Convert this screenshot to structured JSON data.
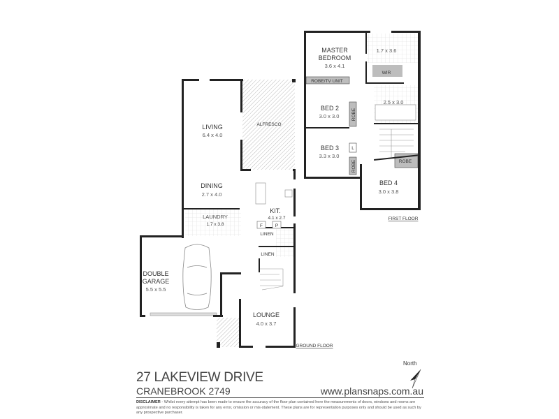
{
  "property": {
    "address": "27 LAKEVIEW DRIVE",
    "suburb": "CRANEBROOK 2749",
    "website": "www.plansnaps.com.au",
    "north_label": "North"
  },
  "disclaimer": {
    "heading": "DISCLAIMER",
    "text": " - Whilst every attempt has been made to ensure the accuracy of the floor plan contained here the measurements of doors, windows and rooms are approximate and no responsibility is taken for any error, omission or mis-statement. These plans are for representation purposes only and should be used as such by any prospective purchaser."
  },
  "ground_floor": {
    "label": "GROUND FLOOR",
    "living": {
      "name": "LIVING",
      "size": "6.4 x 4.0"
    },
    "alfresco": {
      "name": "ALFRESCO"
    },
    "dining": {
      "name": "DINING",
      "size": "2.7 x 4.0"
    },
    "kitchen": {
      "name": "KIT.",
      "size": "4.1 x 2.7",
      "fridge": "F",
      "pantry": "P"
    },
    "laundry": {
      "name": "LAUNDRY",
      "size": "1.7 x 3.8"
    },
    "linen1": "LINEN",
    "linen2": "LINEN",
    "garage": {
      "name1": "DOUBLE",
      "name2": "GARAGE",
      "size": "5.5 x 5.5"
    },
    "lounge": {
      "name": "LOUNGE",
      "size": "4.0 x 3.7"
    }
  },
  "first_floor": {
    "label": "FIRST FLOOR",
    "master": {
      "name1": "MASTER",
      "name2": "BEDROOM",
      "size": "3.6 x 4.1"
    },
    "ensuite": {
      "size": "1.7 x 3.6"
    },
    "wir": "WIR",
    "robe_tv": "ROBE/TV UNIT",
    "bed2": {
      "name": "BED 2",
      "size": "3.0 x 3.0",
      "robe": "ROBE"
    },
    "bathroom": {
      "size": "2.5 x 3.0"
    },
    "bed3": {
      "name": "BED 3",
      "size": "3.3 x 3.0",
      "robe": "ROBE",
      "linen": "L"
    },
    "bed4": {
      "name": "BED 4",
      "size": "3.0 x 3.8",
      "robe": "ROBE"
    }
  },
  "colors": {
    "wall": "#222222",
    "fill_grey": "#bdbdbd",
    "tile": "#e6e6e6"
  }
}
